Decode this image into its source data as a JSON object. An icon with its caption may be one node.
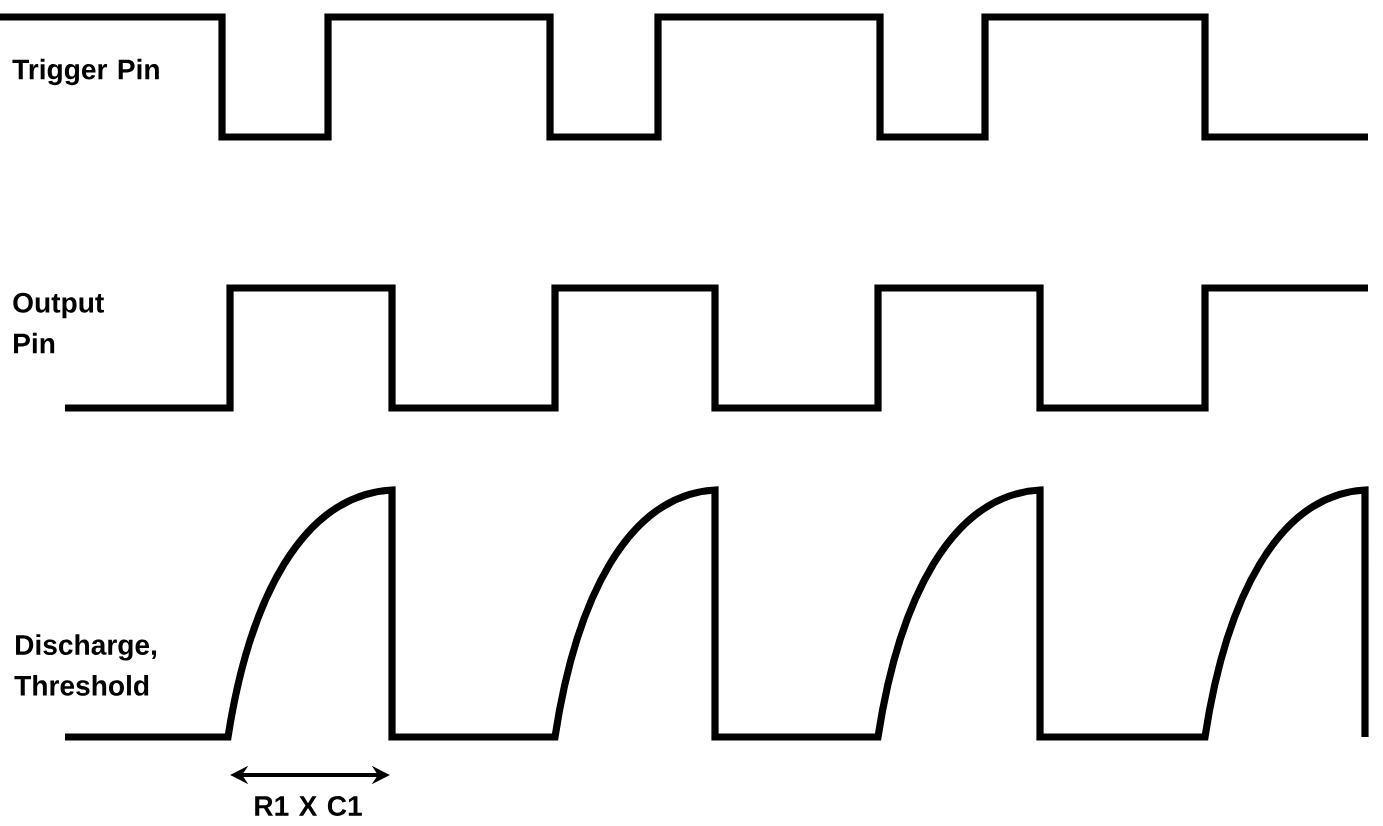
{
  "diagram": {
    "labels": [
      "Trigger Pin",
      "Output Pin",
      "Discharge, Threshold",
      "R1 X C1"
    ]
  }
}
